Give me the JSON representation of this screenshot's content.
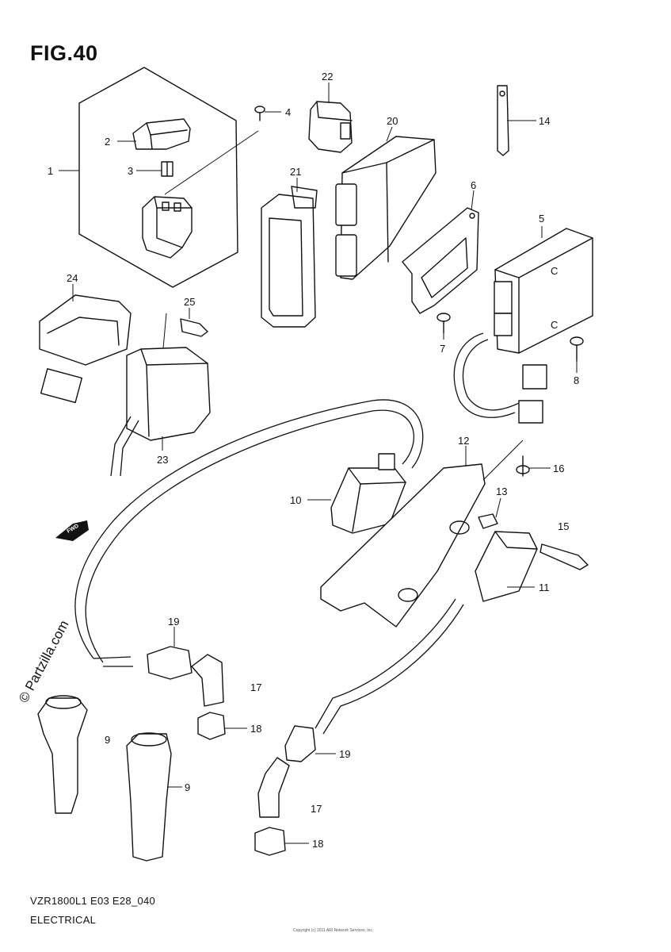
{
  "figure": {
    "title": "FIG.40",
    "model_code": "VZR1800L1 E03 E28_040",
    "section": "ELECTRICAL",
    "watermark": "© Partzilla.com",
    "copyright": "Copyright (c) 2011 ARI Network Services, Inc.",
    "direction_marker": "FWD"
  },
  "callouts": [
    "1",
    "2",
    "3",
    "4",
    "5",
    "6",
    "7",
    "8",
    "9",
    "9",
    "10",
    "11",
    "12",
    "13",
    "14",
    "15",
    "16",
    "17",
    "17",
    "18",
    "18",
    "19",
    "19",
    "20",
    "21",
    "22",
    "23",
    "24",
    "25"
  ]
}
